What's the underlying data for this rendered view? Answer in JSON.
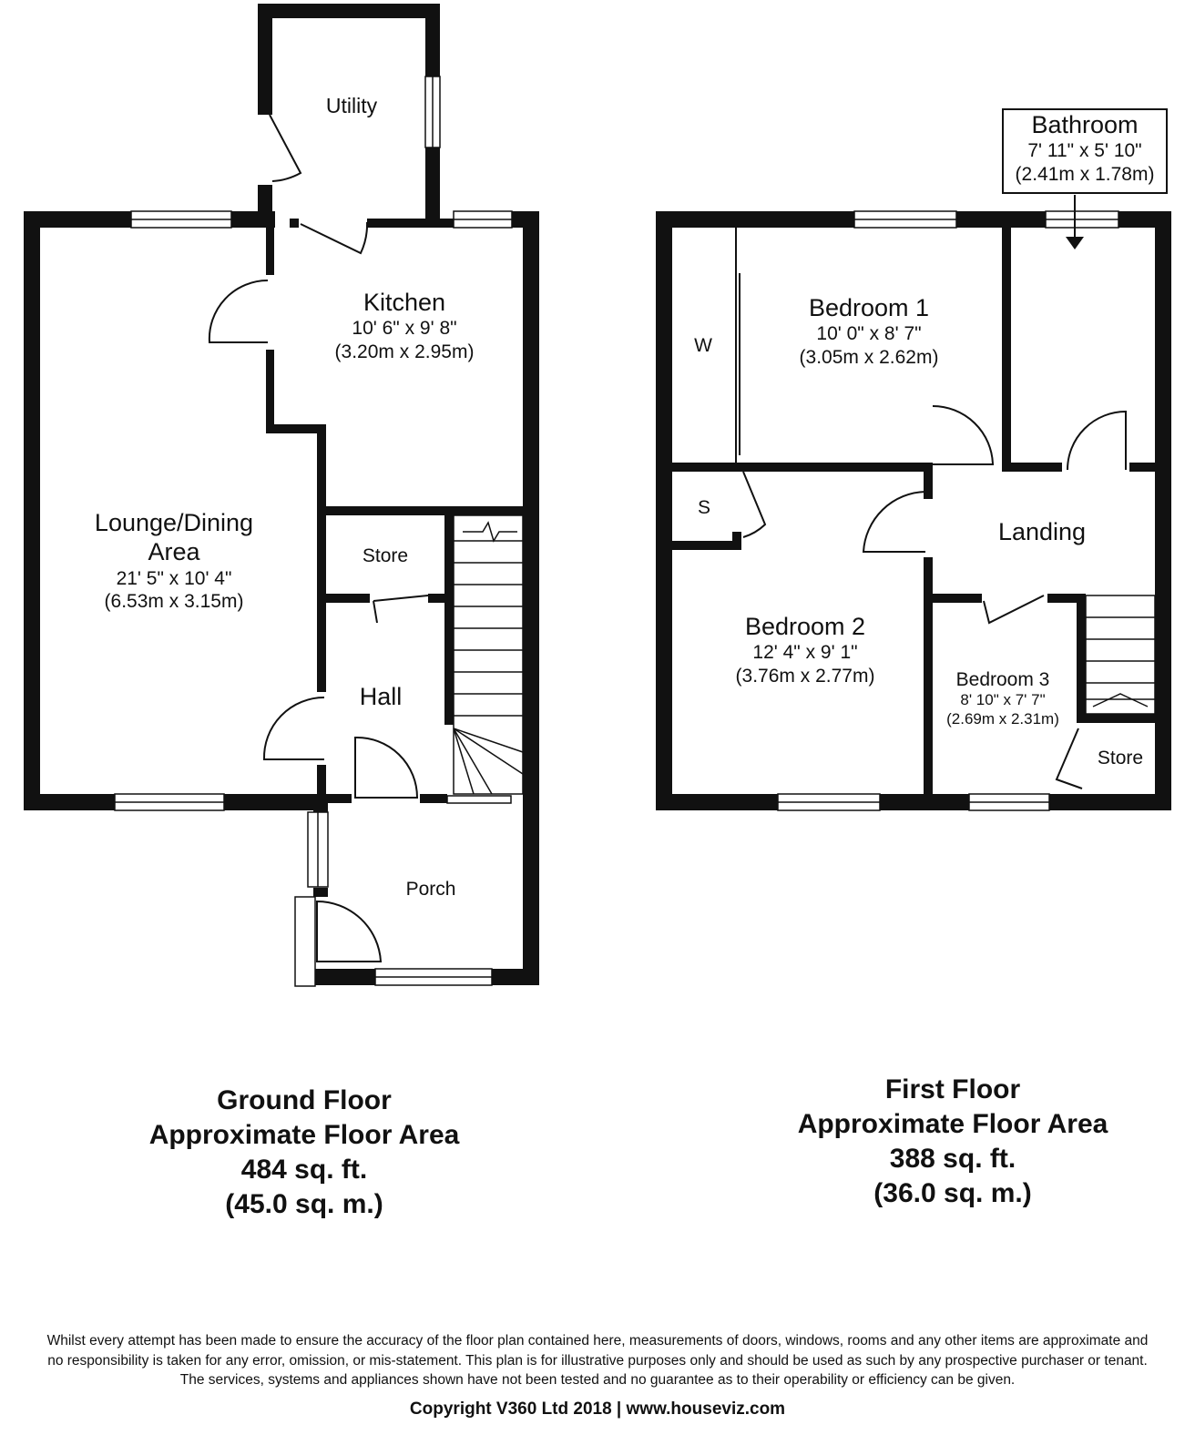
{
  "ground_floor": {
    "rooms": {
      "utility": {
        "name": "Utility"
      },
      "kitchen": {
        "name": "Kitchen",
        "imperial": "10' 6\" x 9' 8\"",
        "metric": "(3.20m x 2.95m)"
      },
      "lounge": {
        "name_line1": "Lounge/Dining",
        "name_line2": "Area",
        "imperial": "21' 5\" x 10' 4\"",
        "metric": "(6.53m x 3.15m)"
      },
      "store": {
        "name": "Store"
      },
      "hall": {
        "name": "Hall"
      },
      "porch": {
        "name": "Porch"
      }
    },
    "area": {
      "title": "Ground Floor",
      "subtitle": "Approximate Floor Area",
      "imperial": "484 sq. ft.",
      "metric": "(45.0 sq. m.)"
    }
  },
  "first_floor": {
    "rooms": {
      "bathroom": {
        "name": "Bathroom",
        "imperial": "7' 11\" x 5' 10\"",
        "metric": "(2.41m x 1.78m)"
      },
      "bedroom1": {
        "name": "Bedroom 1",
        "imperial": "10' 0\" x 8' 7\"",
        "metric": "(3.05m x 2.62m)"
      },
      "wardrobe": {
        "name": "W"
      },
      "cupboard": {
        "name": "S"
      },
      "landing": {
        "name": "Landing"
      },
      "bedroom2": {
        "name": "Bedroom 2",
        "imperial": "12' 4\" x 9' 1\"",
        "metric": "(3.76m x 2.77m)"
      },
      "bedroom3": {
        "name": "Bedroom 3",
        "imperial": "8' 10\" x 7' 7\"",
        "metric": "(2.69m x 2.31m)"
      },
      "store": {
        "name": "Store"
      }
    },
    "area": {
      "title": "First Floor",
      "subtitle": "Approximate Floor Area",
      "imperial": "388 sq. ft.",
      "metric": "(36.0 sq. m.)"
    }
  },
  "disclaimer": {
    "line1": "Whilst every attempt has been made to ensure the accuracy of the floor plan contained here, measurements of doors, windows, rooms and any other items are approximate and",
    "line2": "no responsibility is taken for any error, omission, or mis-statement. This plan is for illustrative purposes only and should be used as such by any prospective purchaser or tenant.",
    "line3": "The services, systems and appliances shown have not been tested and no guarantee as to their operability or efficiency can be given."
  },
  "copyright": "Copyright V360 Ltd 2018 | www.houseviz.com"
}
